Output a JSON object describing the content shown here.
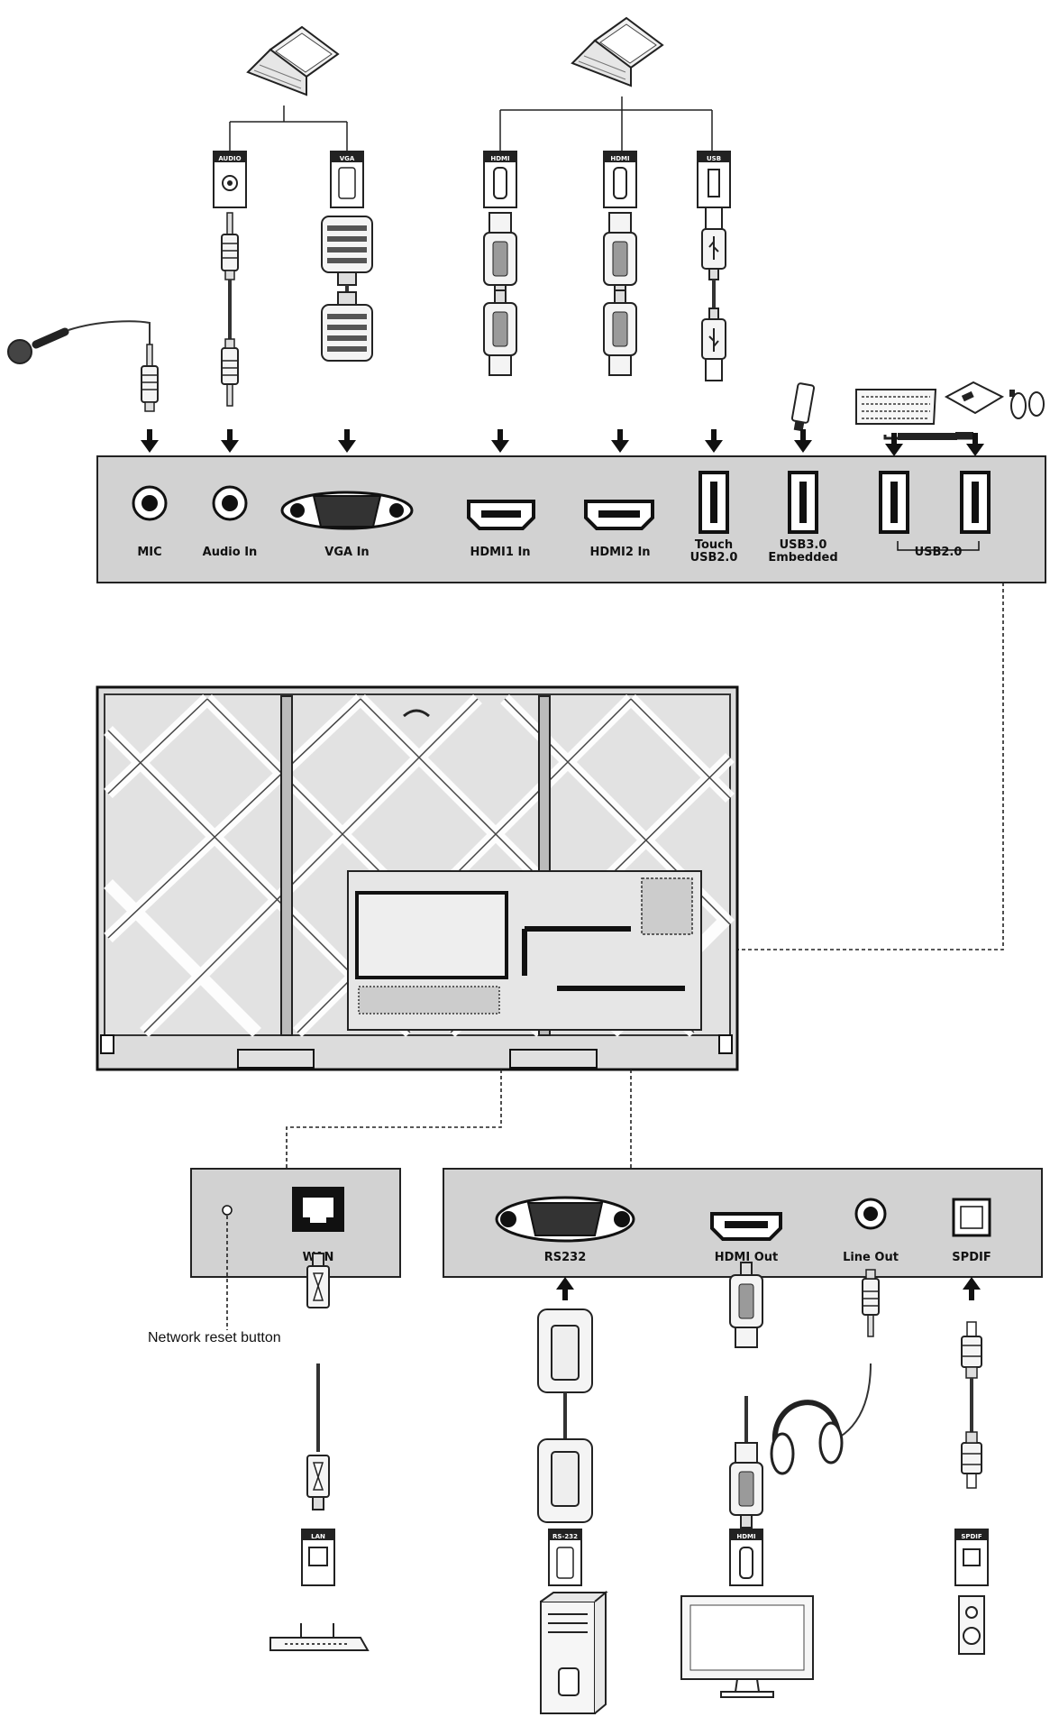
{
  "diagram": {
    "top_panel_ports": [
      "MIC",
      "Audio In",
      "VGA In",
      "HDMI1 In",
      "HDMI2 In",
      "Touch",
      "USB2.0",
      "USB3.0",
      "Embedded",
      "USB2.0"
    ],
    "bottom_left_ports": [
      "WAN"
    ],
    "bottom_right_ports": [
      "RS232",
      "HDMI Out",
      "Line Out",
      "SPDIF"
    ],
    "source_tags": [
      "AUDIO",
      "VGA",
      "HDMI",
      "HDMI",
      "USB"
    ],
    "target_tags": [
      "LAN",
      "RS-232",
      "HDMI",
      "SPDIF"
    ],
    "network_reset_label": "Network reset button",
    "icons": [
      "laptop-icon",
      "microphone-icon",
      "usb-stick-icon",
      "keyboard-icon",
      "mouse-icon",
      "router-icon",
      "pc-tower-icon",
      "monitor-icon",
      "headphones-icon",
      "speaker-icon"
    ]
  }
}
